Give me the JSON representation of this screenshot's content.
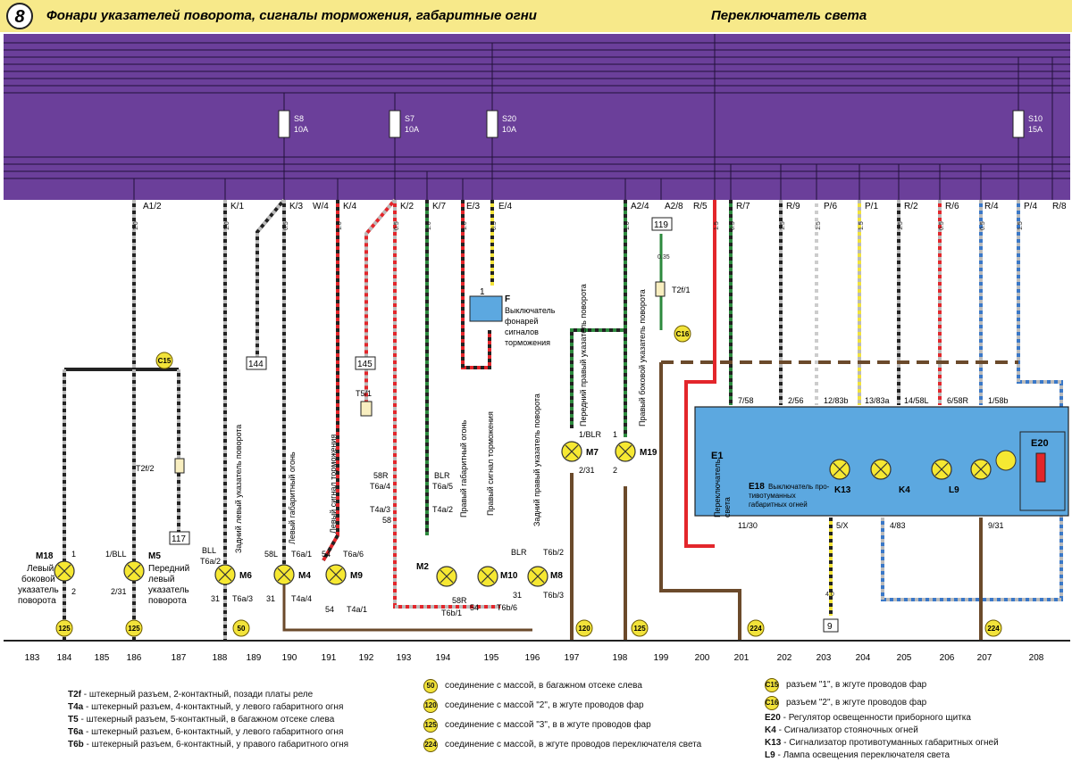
{
  "header": {
    "number": "8",
    "title": "Фонари указателей поворота, сигналы торможения, габаритные огни",
    "subtitle": "Переключатель света"
  },
  "colors": {
    "header_bg": "#f7e98a",
    "bus_bg": "#6b3f9a",
    "wire_black": "#222222",
    "wire_grey": "#bbbbbb",
    "wire_red": "#e3262b",
    "wire_green": "#2d8a3e",
    "wire_brown": "#6b4a2b",
    "wire_yellow": "#f2e33a",
    "wire_blue": "#3a78c8",
    "switch_block": "#5ca8e0",
    "lamp": "#f6e832"
  },
  "fuses": [
    {
      "id": "S8",
      "rating": "10A"
    },
    {
      "id": "S7",
      "rating": "10A"
    },
    {
      "id": "S20",
      "rating": "10A"
    },
    {
      "id": "S10",
      "rating": "15A"
    }
  ],
  "bus_terminals": [
    "A1/2",
    "K/1",
    "K/3",
    "W/4",
    "K/4",
    "K/2",
    "K/7",
    "E/3",
    "E/4",
    "A2/4",
    "A2/8",
    "R/5",
    "R/7",
    "R/9",
    "P/6",
    "P/1",
    "R/2",
    "R/6",
    "R/4",
    "P/4",
    "R/8"
  ],
  "wire_sizes": [
    "1.0",
    "1.0",
    "0.5",
    "1.0",
    "0.5",
    "0.5",
    "1.0",
    "1.0",
    "0.5",
    "1.0",
    "1.0",
    "1.5",
    "1.5",
    "1.5",
    "1.5",
    "0.5",
    "0.5",
    "0.5",
    "0.35",
    "4.0"
  ],
  "components": {
    "M18": "M18",
    "M18_desc": "Левый боковой указатель поворота",
    "M5": "M5",
    "M5_desc": "Передний левый указатель поворота",
    "M6": "M6",
    "M4": "M4",
    "M9": "M9",
    "M2": "M2",
    "M10": "M10",
    "M8": "M8",
    "M7": "M7",
    "M19": "M19",
    "F": "F",
    "F_desc": "Выключатель фонарей сигналов торможения",
    "E1": "E1",
    "E1_desc": "Переключатель света",
    "E18": "E18",
    "E18_desc": "Выключатель противотуманных габаритных огней",
    "E20": "E20",
    "K13": "K13",
    "K4": "K4",
    "L9": "L9"
  },
  "vertical_labels": [
    "Задний левый указатель поворота",
    "Левый габаритный огонь",
    "Левый сигнал торможения",
    "Правый габаритный огонь",
    "Правый сигнал торможения",
    "Задний правый указатель поворота",
    "Передний правый указатель поворота",
    "Правый боковой указатель поворота"
  ],
  "pins": [
    "1",
    "2",
    "1/BLL",
    "2/31",
    "BLL",
    "T6a/2",
    "31",
    "T6a/3",
    "58L",
    "T6a/1",
    "T4a/4",
    "54",
    "T6a/6",
    "T4a/1",
    "T5/1",
    "58R",
    "T6a/4",
    "T4a/3",
    "58",
    "BLR",
    "T6a/5",
    "T4a/2",
    "T6b/1",
    "T6b/6",
    "T6b/2",
    "T6b/3",
    "1/BLR",
    "2/31",
    "T2f/1",
    "T2f/2",
    "7/58",
    "2/56",
    "12/83b",
    "13/83a",
    "14/58L",
    "6/58R",
    "1/58b",
    "11/30",
    "5/X",
    "4/83",
    "9/31"
  ],
  "boxes": [
    "144",
    "145",
    "117",
    "119",
    "9"
  ],
  "ground_points": [
    "125",
    "125",
    "50",
    "120",
    "125",
    "224",
    "224",
    "C15",
    "C16"
  ],
  "bottom_numbers": [
    "183",
    "184",
    "185",
    "186",
    "187",
    "188",
    "189",
    "190",
    "191",
    "192",
    "193",
    "194",
    "195",
    "196",
    "197",
    "198",
    "199",
    "200",
    "201",
    "202",
    "203",
    "204",
    "205",
    "206",
    "207",
    "208"
  ],
  "legend_left": [
    {
      "key": "T2f",
      "text": "штекерный разъем, 2-контактный, позади платы реле"
    },
    {
      "key": "T4a",
      "text": "штекерный разъем, 4-контактный, у левого габаритного огня"
    },
    {
      "key": "T5",
      "text": "штекерный разъем, 5-контактный, в багажном отсеке слева"
    },
    {
      "key": "T6a",
      "text": "штекерный разъем, 6-контактный, у левого габаритного огня"
    },
    {
      "key": "T6b",
      "text": "штекерный разъем, 6-контактный, у правого габаритного огня"
    }
  ],
  "legend_mid": [
    {
      "mark": "50",
      "text": "соединение с массой, в багажном отсеке слева"
    },
    {
      "mark": "120",
      "text": "соединение с массой \"2\", в жгуте проводов фар"
    },
    {
      "mark": "125",
      "text": "соединение с массой \"3\", в в жгуте проводов фар"
    },
    {
      "mark": "224",
      "text": "соединение с массой, в жгуте проводов переключателя света"
    }
  ],
  "legend_right": [
    {
      "mark": "C15",
      "text": "разъем \"1\", в жгуте проводов фар"
    },
    {
      "mark": "C16",
      "text": "разъем \"2\", в жгуте  проводов фар"
    },
    {
      "key": "E20",
      "text": "Регулятор освещенности приборного щитка"
    },
    {
      "key": "K4",
      "text": "Сигнализатор стояночных огней"
    },
    {
      "key": "K13",
      "text": "Сигнализатор противотуманных габаритных огней"
    },
    {
      "key": "L9",
      "text": "Лампа освещения переключателя света"
    }
  ]
}
